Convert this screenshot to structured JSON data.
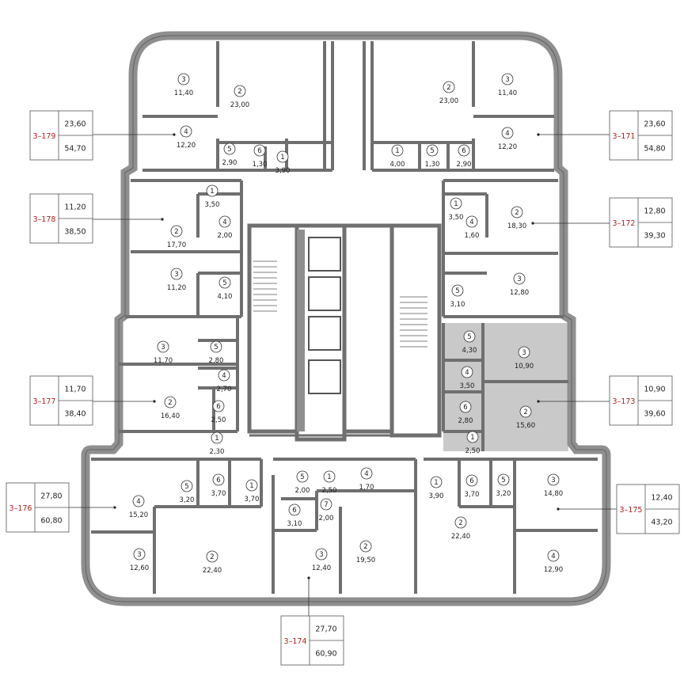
{
  "colors": {
    "wall": "#8f8f8f",
    "unit_id": "#b02020",
    "highlight": "#c9c9c9",
    "line": "#333333"
  },
  "units": [
    {
      "id": "3–179",
      "living": "23,60",
      "total": "54,70",
      "rooms": [
        {
          "n": "3",
          "a": "11,40"
        },
        {
          "n": "2",
          "a": "23,00"
        },
        {
          "n": "4",
          "a": "12,20"
        },
        {
          "n": "5",
          "a": "2,90"
        },
        {
          "n": "6",
          "a": "1,30"
        },
        {
          "n": "1",
          "a": "3,90"
        }
      ]
    },
    {
      "id": "3–171",
      "living": "23,60",
      "total": "54,80",
      "rooms": [
        {
          "n": "2",
          "a": "23,00"
        },
        {
          "n": "3",
          "a": "11,40"
        },
        {
          "n": "4",
          "a": "12,20"
        },
        {
          "n": "1",
          "a": "4,00"
        },
        {
          "n": "5",
          "a": "1,30"
        },
        {
          "n": "6",
          "a": "2,90"
        }
      ]
    },
    {
      "id": "3–178",
      "living": "11,20",
      "total": "38,50",
      "rooms": [
        {
          "n": "1",
          "a": "3,50"
        },
        {
          "n": "4",
          "a": "2,00"
        },
        {
          "n": "2",
          "a": "17,70"
        },
        {
          "n": "3",
          "a": "11,20"
        },
        {
          "n": "5",
          "a": "4,10"
        }
      ]
    },
    {
      "id": "3–172",
      "living": "12,80",
      "total": "39,30",
      "rooms": [
        {
          "n": "1",
          "a": "3,50"
        },
        {
          "n": "4",
          "a": "1,60"
        },
        {
          "n": "2",
          "a": "18,30"
        },
        {
          "n": "3",
          "a": "12,80"
        },
        {
          "n": "5",
          "a": "3,10"
        }
      ]
    },
    {
      "id": "3–177",
      "living": "11,70",
      "total": "38,40",
      "rooms": [
        {
          "n": "3",
          "a": "11,70"
        },
        {
          "n": "5",
          "a": "2,80"
        },
        {
          "n": "4",
          "a": "2,70"
        },
        {
          "n": "2",
          "a": "16,40"
        },
        {
          "n": "6",
          "a": "2,50"
        },
        {
          "n": "1",
          "a": "2,30"
        }
      ]
    },
    {
      "id": "3–173",
      "living": "10,90",
      "total": "39,60",
      "highlighted": true,
      "rooms": [
        {
          "n": "5",
          "a": "4,30"
        },
        {
          "n": "3",
          "a": "10,90"
        },
        {
          "n": "4",
          "a": "3,50"
        },
        {
          "n": "6",
          "a": "2,80"
        },
        {
          "n": "2",
          "a": "15,60"
        },
        {
          "n": "1",
          "a": "2,50"
        }
      ]
    },
    {
      "id": "3–176",
      "living": "27,80",
      "total": "60,80",
      "rooms": [
        {
          "n": "5",
          "a": "3,20"
        },
        {
          "n": "6",
          "a": "3,70"
        },
        {
          "n": "1",
          "a": "3,70"
        },
        {
          "n": "4",
          "a": "15,20"
        },
        {
          "n": "3",
          "a": "12,60"
        },
        {
          "n": "2",
          "a": "22,40"
        }
      ]
    },
    {
      "id": "3–175",
      "living": "12,40",
      "total": "43,20",
      "rooms": [
        {
          "n": "5",
          "a": "2,00"
        },
        {
          "n": "1",
          "a": "2,50"
        },
        {
          "n": "4",
          "a": "1,70"
        },
        {
          "n": "6",
          "a": "3,10"
        },
        {
          "n": "7",
          "a": "2,00"
        },
        {
          "n": "3",
          "a": "12,40"
        },
        {
          "n": "2",
          "a": "19,50"
        }
      ]
    },
    {
      "id": "3–174",
      "living": "27,70",
      "total": "60,90",
      "rooms": [
        {
          "n": "1",
          "a": "3,90"
        },
        {
          "n": "6",
          "a": "3,70"
        },
        {
          "n": "5",
          "a": "3,20"
        },
        {
          "n": "3",
          "a": "14,80"
        },
        {
          "n": "2",
          "a": "22,40"
        },
        {
          "n": "4",
          "a": "12,90"
        }
      ]
    }
  ]
}
